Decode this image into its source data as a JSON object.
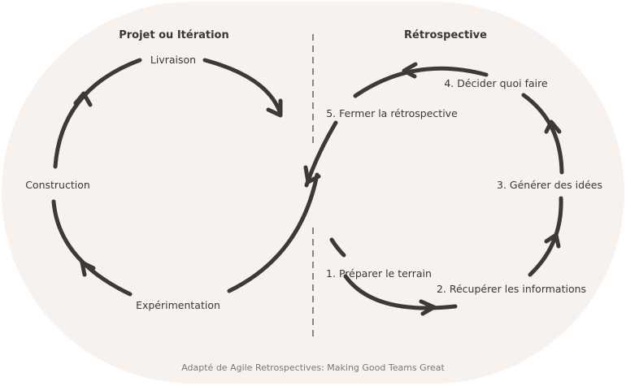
{
  "project": {
    "title": "Projet ou Itération",
    "steps": {
      "delivery": "Livraison",
      "build": "Construction",
      "experiment": "Expérimentation"
    }
  },
  "retrospective": {
    "title": "Rétrospective",
    "steps": {
      "s1": "1. Préparer le terrain",
      "s2": "2. Récupérer les informations",
      "s3": "3. Générer des idées",
      "s4": "4. Décider quoi faire",
      "s5": "5. Fermer la rétrospective"
    }
  },
  "caption": "Adapté de Agile Retrospectives: Making Good Teams Great",
  "colors": {
    "background_shape": "#f7f2ee",
    "stroke": "#3d3937",
    "divider": "#8a8682",
    "text": "#3a3735",
    "caption": "#7d7873"
  }
}
